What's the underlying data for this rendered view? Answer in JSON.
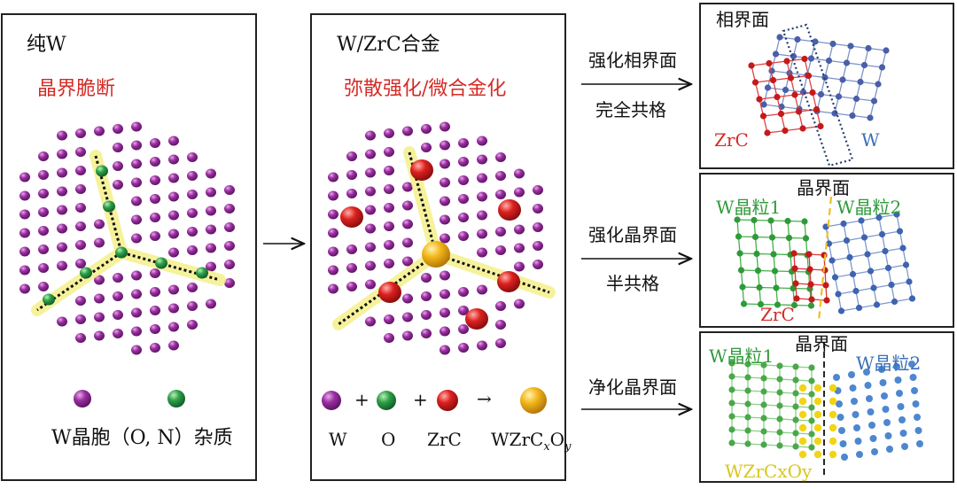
{
  "panel1": {
    "title": "纯W",
    "subtitle": "晶界脆断",
    "legend_text": "W晶胞（O, N）杂质"
  },
  "panel2": {
    "title": "W/ZrC合金",
    "subtitle": "弥散强化/微合金化",
    "legend": {
      "w": "W",
      "plus1": "+",
      "o": "O",
      "plus2": "+",
      "zrc": "ZrC",
      "arrow": "→",
      "product_main": "WZrC",
      "sub_x": "x",
      "product_o": "O",
      "sub_y": "y"
    }
  },
  "arrows": {
    "a1_line1": "强化相界面",
    "a1_line2": "完全共格",
    "a2_line1": "强化晶界面",
    "a2_line2": "半共格",
    "a3_line1": "净化晶界面"
  },
  "panel3": {
    "title": "相界面",
    "left_label": "ZrC",
    "right_label": "W"
  },
  "panel4": {
    "title": "晶界面",
    "left_label": "W晶粒1",
    "right_label": "W晶粒2",
    "bottom_label": "ZrC"
  },
  "panel5": {
    "title": "晶界面",
    "left_label": "W晶粒1",
    "right_label": "W晶粒2",
    "bottom_label": "WZrCxOy"
  },
  "colors": {
    "w_atom": "#8e2a92",
    "o_atom": "#2d9a46",
    "zrc_atom": "#d8201c",
    "product_atom": "#f2b417",
    "boundary_glow": "#f4f08a",
    "grid_red": "#d83030",
    "grid_blue": "#4a6fb5",
    "grid_green": "#3da43a"
  }
}
